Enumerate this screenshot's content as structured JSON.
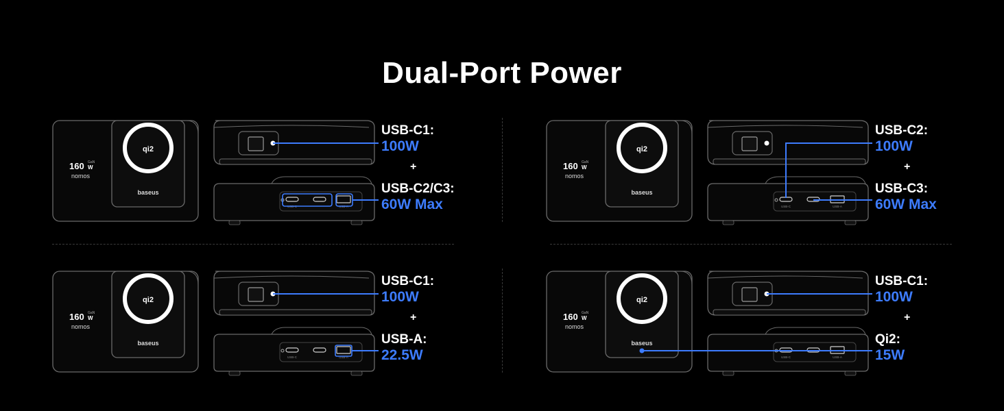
{
  "page": {
    "title": "Dual-Port Power"
  },
  "device": {
    "capacity": "160",
    "unit": "W",
    "tag": "GaN",
    "brand_sub": "nomos",
    "maker": "baseus",
    "badge": "qi2",
    "port_c": "USB-C",
    "port_a": "USB-A"
  },
  "panels": [
    {
      "first_name": "USB-C1:",
      "first_watt": "100W",
      "plus": "+",
      "second_name": "USB-C2/C3:",
      "second_watt": "60W Max"
    },
    {
      "first_name": "USB-C2:",
      "first_watt": "100W",
      "plus": "+",
      "second_name": "USB-C3:",
      "second_watt": "60W Max"
    },
    {
      "first_name": "USB-C1:",
      "first_watt": "100W",
      "plus": "+",
      "second_name": "USB-A:",
      "second_watt": "22.5W"
    },
    {
      "first_name": "USB-C1:",
      "first_watt": "100W",
      "plus": "+",
      "second_name": "Qi2:",
      "second_watt": "15W"
    }
  ],
  "colors": {
    "accent": "#3d7cff",
    "outline": "#6a6a6a",
    "background": "#000000"
  }
}
